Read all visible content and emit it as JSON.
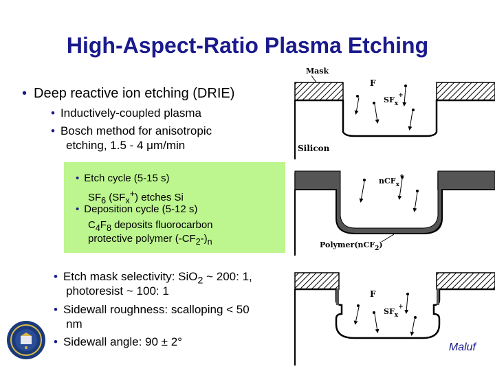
{
  "slide": {
    "title": "High-Aspect-Ratio Plasma Etching",
    "bullet1": "Deep reactive ion etching (DRIE)",
    "sub1": "Inductively-coupled plasma",
    "sub2_line1": "Bosch method for anisotropic",
    "sub2_line2": "etching, 1.5 - 4 μm/min",
    "box": {
      "etch_cycle": "Etch cycle (5-15 s)",
      "sf6_a": "SF",
      "sf6_sub": "6",
      "sf6_b": " (SF",
      "sfx_sub": "x",
      "sfx_sup": "+",
      "sf6_c": ") etches Si",
      "dep_cycle": "Deposition cycle (5-12 s)",
      "c4f8_a": "C",
      "c4f8_sub1": "4",
      "c4f8_b": "F",
      "c4f8_sub2": "8",
      "c4f8_c": " deposits fluorocarbon",
      "poly_a": "protective polymer (-CF",
      "poly_sub": "2",
      "poly_b": "-)",
      "poly_sub2": "n"
    },
    "lower1_a": "Etch mask selectivity: SiO",
    "lower1_sub": "2",
    "lower1_b": " ~ 200: 1,",
    "lower1_line2": "photoresist ~ 100: 1",
    "lower2_line1": "Sidewall roughness: scalloping < 50",
    "lower2_line2": "nm",
    "lower3": "Sidewall angle: 90 ± 2°",
    "author": "Maluf"
  },
  "diagram": {
    "mask_label": "Mask",
    "f_label": "F",
    "sfx_label": "SF",
    "sfx_sub": "x",
    "plus": "+",
    "silicon_label": "Silicon",
    "ncfx_label": "nCF",
    "ncfx_sub": "x",
    "polymer_label": "Polymer(nCF",
    "polymer_sub": "2",
    "polymer_close": ")"
  }
}
